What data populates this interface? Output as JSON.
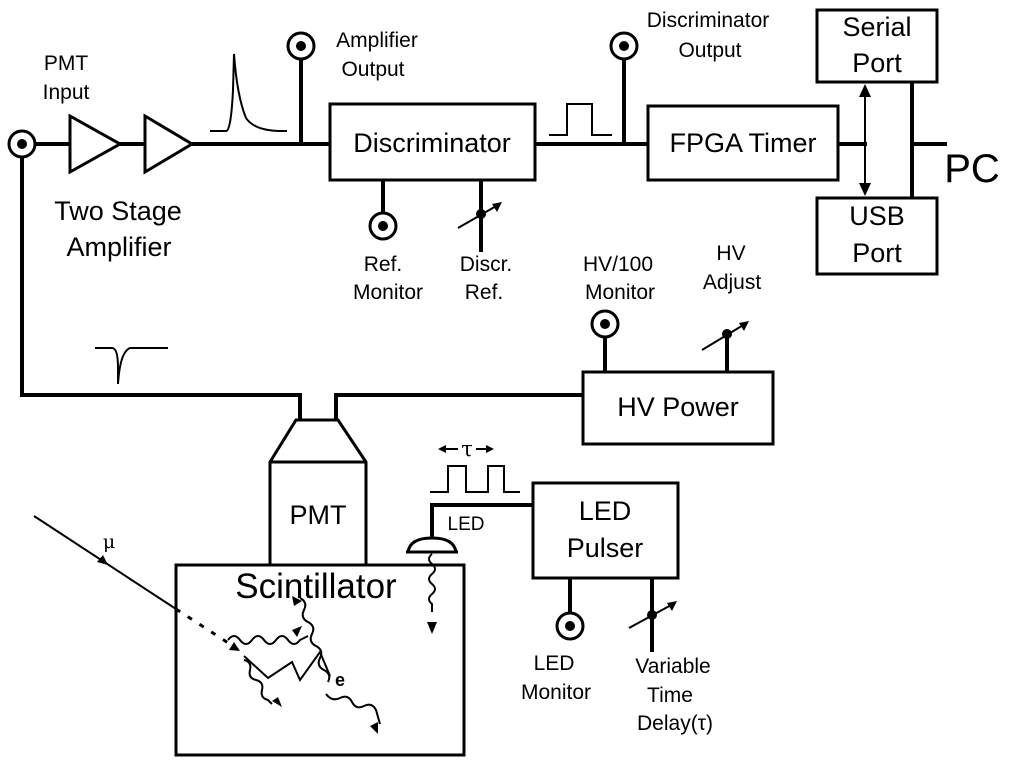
{
  "labels": {
    "pmt_input": [
      "PMT",
      "Input"
    ],
    "amp_output": [
      "Amplifier",
      "Output"
    ],
    "disc_output": [
      "Discriminator",
      "Output"
    ],
    "two_stage_amp": [
      "Two Stage",
      "Amplifier"
    ],
    "ref_monitor": [
      "Ref.",
      "Monitor"
    ],
    "discr_ref": [
      "Discr.",
      "Ref."
    ],
    "hv100_monitor": [
      "HV/100",
      "Monitor"
    ],
    "hv_adjust": [
      "HV",
      "Adjust"
    ],
    "led": "LED",
    "tau": "τ",
    "mu": "μ",
    "electron": "e",
    "led_monitor": [
      "LED",
      "Monitor"
    ],
    "variable_delay": [
      "Variable",
      "Time",
      "Delay(τ)"
    ],
    "pc": "PC"
  },
  "boxes": {
    "discriminator": "Discriminator",
    "fpga_timer": "FPGA Timer",
    "serial_port": [
      "Serial",
      "Port"
    ],
    "usb_port": [
      "USB",
      "Port"
    ],
    "hv_power": "HV Power",
    "pmt": "PMT",
    "scintillator": "Scintillator",
    "led_pulser": [
      "LED",
      "Pulser"
    ]
  }
}
